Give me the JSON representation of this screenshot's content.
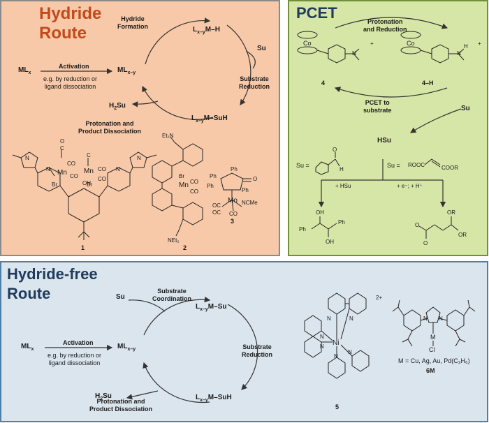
{
  "hydride_route": {
    "title_line1": "Hydride",
    "title_line2": "Route",
    "hydride_formation": "Hydride\nFormation",
    "activation": "Activation",
    "activation_note": "e.g. by reduction or\nligand dissociation",
    "substrate_reduction": "Substrate\nReduction",
    "protonation": "Protonation and\nProduct Dissociation",
    "species": {
      "mlx": "ML",
      "mlx_sub": "x",
      "mlxy": "ML",
      "mlxy_sub": "x–y",
      "lmh": "L",
      "lmh_sub": "x–y",
      "lmh_rest": "M–H",
      "su": "Su",
      "lmsuh": "L",
      "lmsuh_sub": "x–y",
      "lmsuh_rest": "M–SuH",
      "h2su": "H",
      "h2su_sub": "2",
      "h2su_rest": "Su"
    },
    "compounds": {
      "c1": "1",
      "c2": "2",
      "c3": "3",
      "c1_mn1": "Mn",
      "c1_mn2": "Mn",
      "c1_br1": "Br",
      "c1_br2": "Br",
      "c1_oh": "OH",
      "c1_co": "CO",
      "c1_c": "C",
      "c1_o": "O",
      "c2_et": "Et₂N",
      "c2_br": "Br",
      "c2_mn": "Mn",
      "c2_co": "CO",
      "c2_net": "NEt₂",
      "c3_ph": "Ph",
      "c3_o": "O",
      "c3_mo": "Mo",
      "c3_ncme": "NCMe",
      "c3_oc": "OC",
      "c3_co": "CO",
      "n": "N"
    }
  },
  "pcet": {
    "title": "PCET",
    "protonation_reduction": "Protonation\nand Reduction",
    "pcet_to_substrate": "PCET to\nsubstrate",
    "c4": "4",
    "c4h": "4–H",
    "co": "Co",
    "plus": "+",
    "su": "Su",
    "hsu": "HSu",
    "su_eq1": "Su =",
    "su_eq2": "Su =",
    "rooc": "ROOC",
    "coor": "COOR",
    "h": "H",
    "o": "O",
    "branch_left": "+ HSu",
    "branch_right": "+ e⁻; + H⁺",
    "ph": "Ph",
    "oh": "OH",
    "or": "OR",
    "nh": "H",
    "n": "N"
  },
  "hydride_free": {
    "title_line1": "Hydride-free",
    "title_line2": "Route",
    "substrate_coordination": "Substrate\nCoordination",
    "activation": "Activation",
    "activation_note": "e.g. by reduction or\nligand dissociation",
    "substrate_reduction": "Substrate\nReduction",
    "protonation": "Protonation and\nProduct Dissociation",
    "species": {
      "su": "Su",
      "mlx": "ML",
      "mlx_sub": "x",
      "mlxy": "ML",
      "mlxy_sub": "x–y",
      "lmsu": "L",
      "lmsu_sub": "x–y",
      "lmsu_rest": "M–Su",
      "lmsuh": "L",
      "lmsuh_sub": "x–y",
      "lmsuh_rest": "M–SuH",
      "h2su": "H",
      "h2su_sub": "2",
      "h2su_rest": "Su"
    },
    "c5": "5",
    "c5_charge": "2+",
    "ni": "Ni",
    "n": "N",
    "c6m": "6M",
    "m": "M",
    "cl": "Cl",
    "metals": "M = Cu, Ag, Au, Pd(C₃H₆)"
  },
  "colors": {
    "hydride_bg": "#f7c9a8",
    "hydride_border": "#8a8a8a",
    "pcet_bg": "#d6e6a6",
    "pcet_border": "#6f8f3a",
    "free_bg": "#dbe5ee",
    "free_border": "#4d7fa8",
    "title_hydride": "#c24a1c",
    "title_pcet": "#1f3c5c",
    "title_free": "#1f3c5c"
  }
}
